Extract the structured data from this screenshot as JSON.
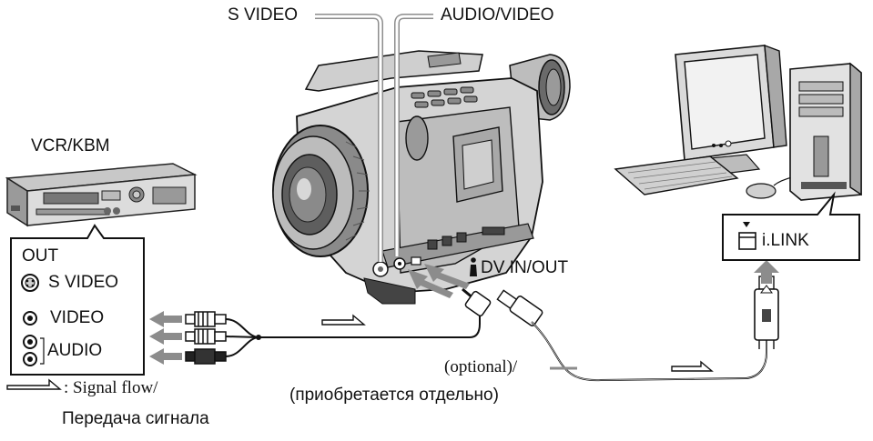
{
  "labels": {
    "s_video_top": "S VIDEO",
    "audio_video_top": "AUDIO/VIDEO",
    "vcr": "VCR/KBM",
    "out": "OUT",
    "port_s_video": "S VIDEO",
    "port_video": "VIDEO",
    "port_audio": "AUDIO",
    "dv_in_out": "DV IN/OUT",
    "ilink": "i.LINK",
    "optional": "(optional)/",
    "optional_ru": "(приобретается отдельно)",
    "signal_flow": ": Signal flow/",
    "signal_flow_ru": "Передача сигнала"
  },
  "colors": {
    "device_fill": "#d9d9d9",
    "device_dark": "#6e6e6e",
    "outline": "#1a1a1a",
    "arrow_grey": "#8c8c8c"
  },
  "icons": {
    "ilink_port": "ilink-port-icon",
    "dv_symbol": "ilink-symbol-icon",
    "s_video_jack": "s-video-jack-icon",
    "rca_jack": "rca-jack-icon"
  }
}
